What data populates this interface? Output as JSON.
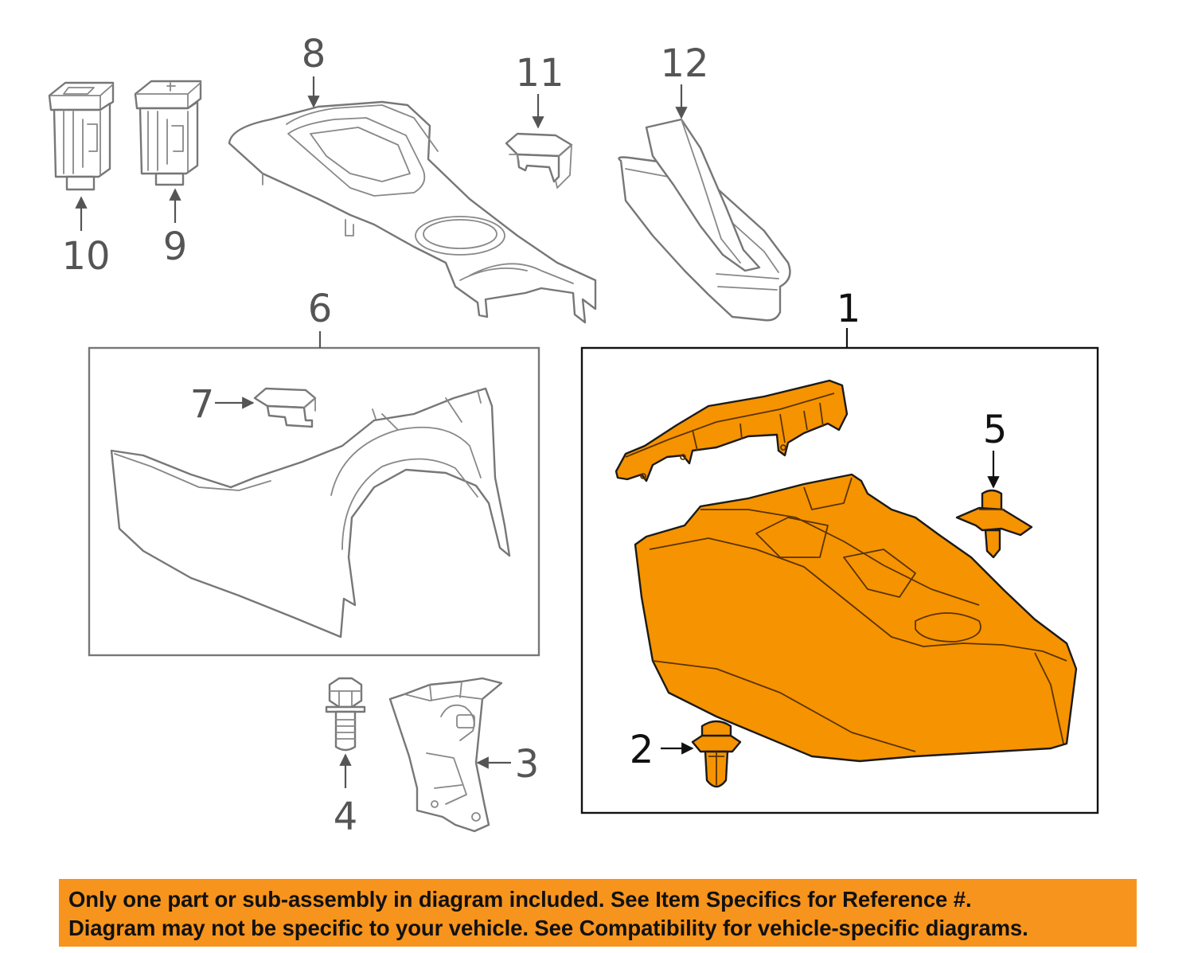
{
  "callouts": {
    "c1": "1",
    "c2": "2",
    "c3": "3",
    "c4": "4",
    "c5": "5",
    "c6": "6",
    "c7": "7",
    "c8": "8",
    "c9": "9",
    "c10": "10",
    "c11": "11",
    "c12": "12"
  },
  "disclaimer": {
    "line1": "Only one part or sub-assembly in diagram included. See Item Specifics for Reference #.",
    "line2": "Diagram may not be specific to your vehicle. See Compatibility for vehicle-specific diagrams."
  },
  "colors": {
    "highlight": "#f59300",
    "banner": "#f7941d",
    "line_art": "#777777"
  }
}
